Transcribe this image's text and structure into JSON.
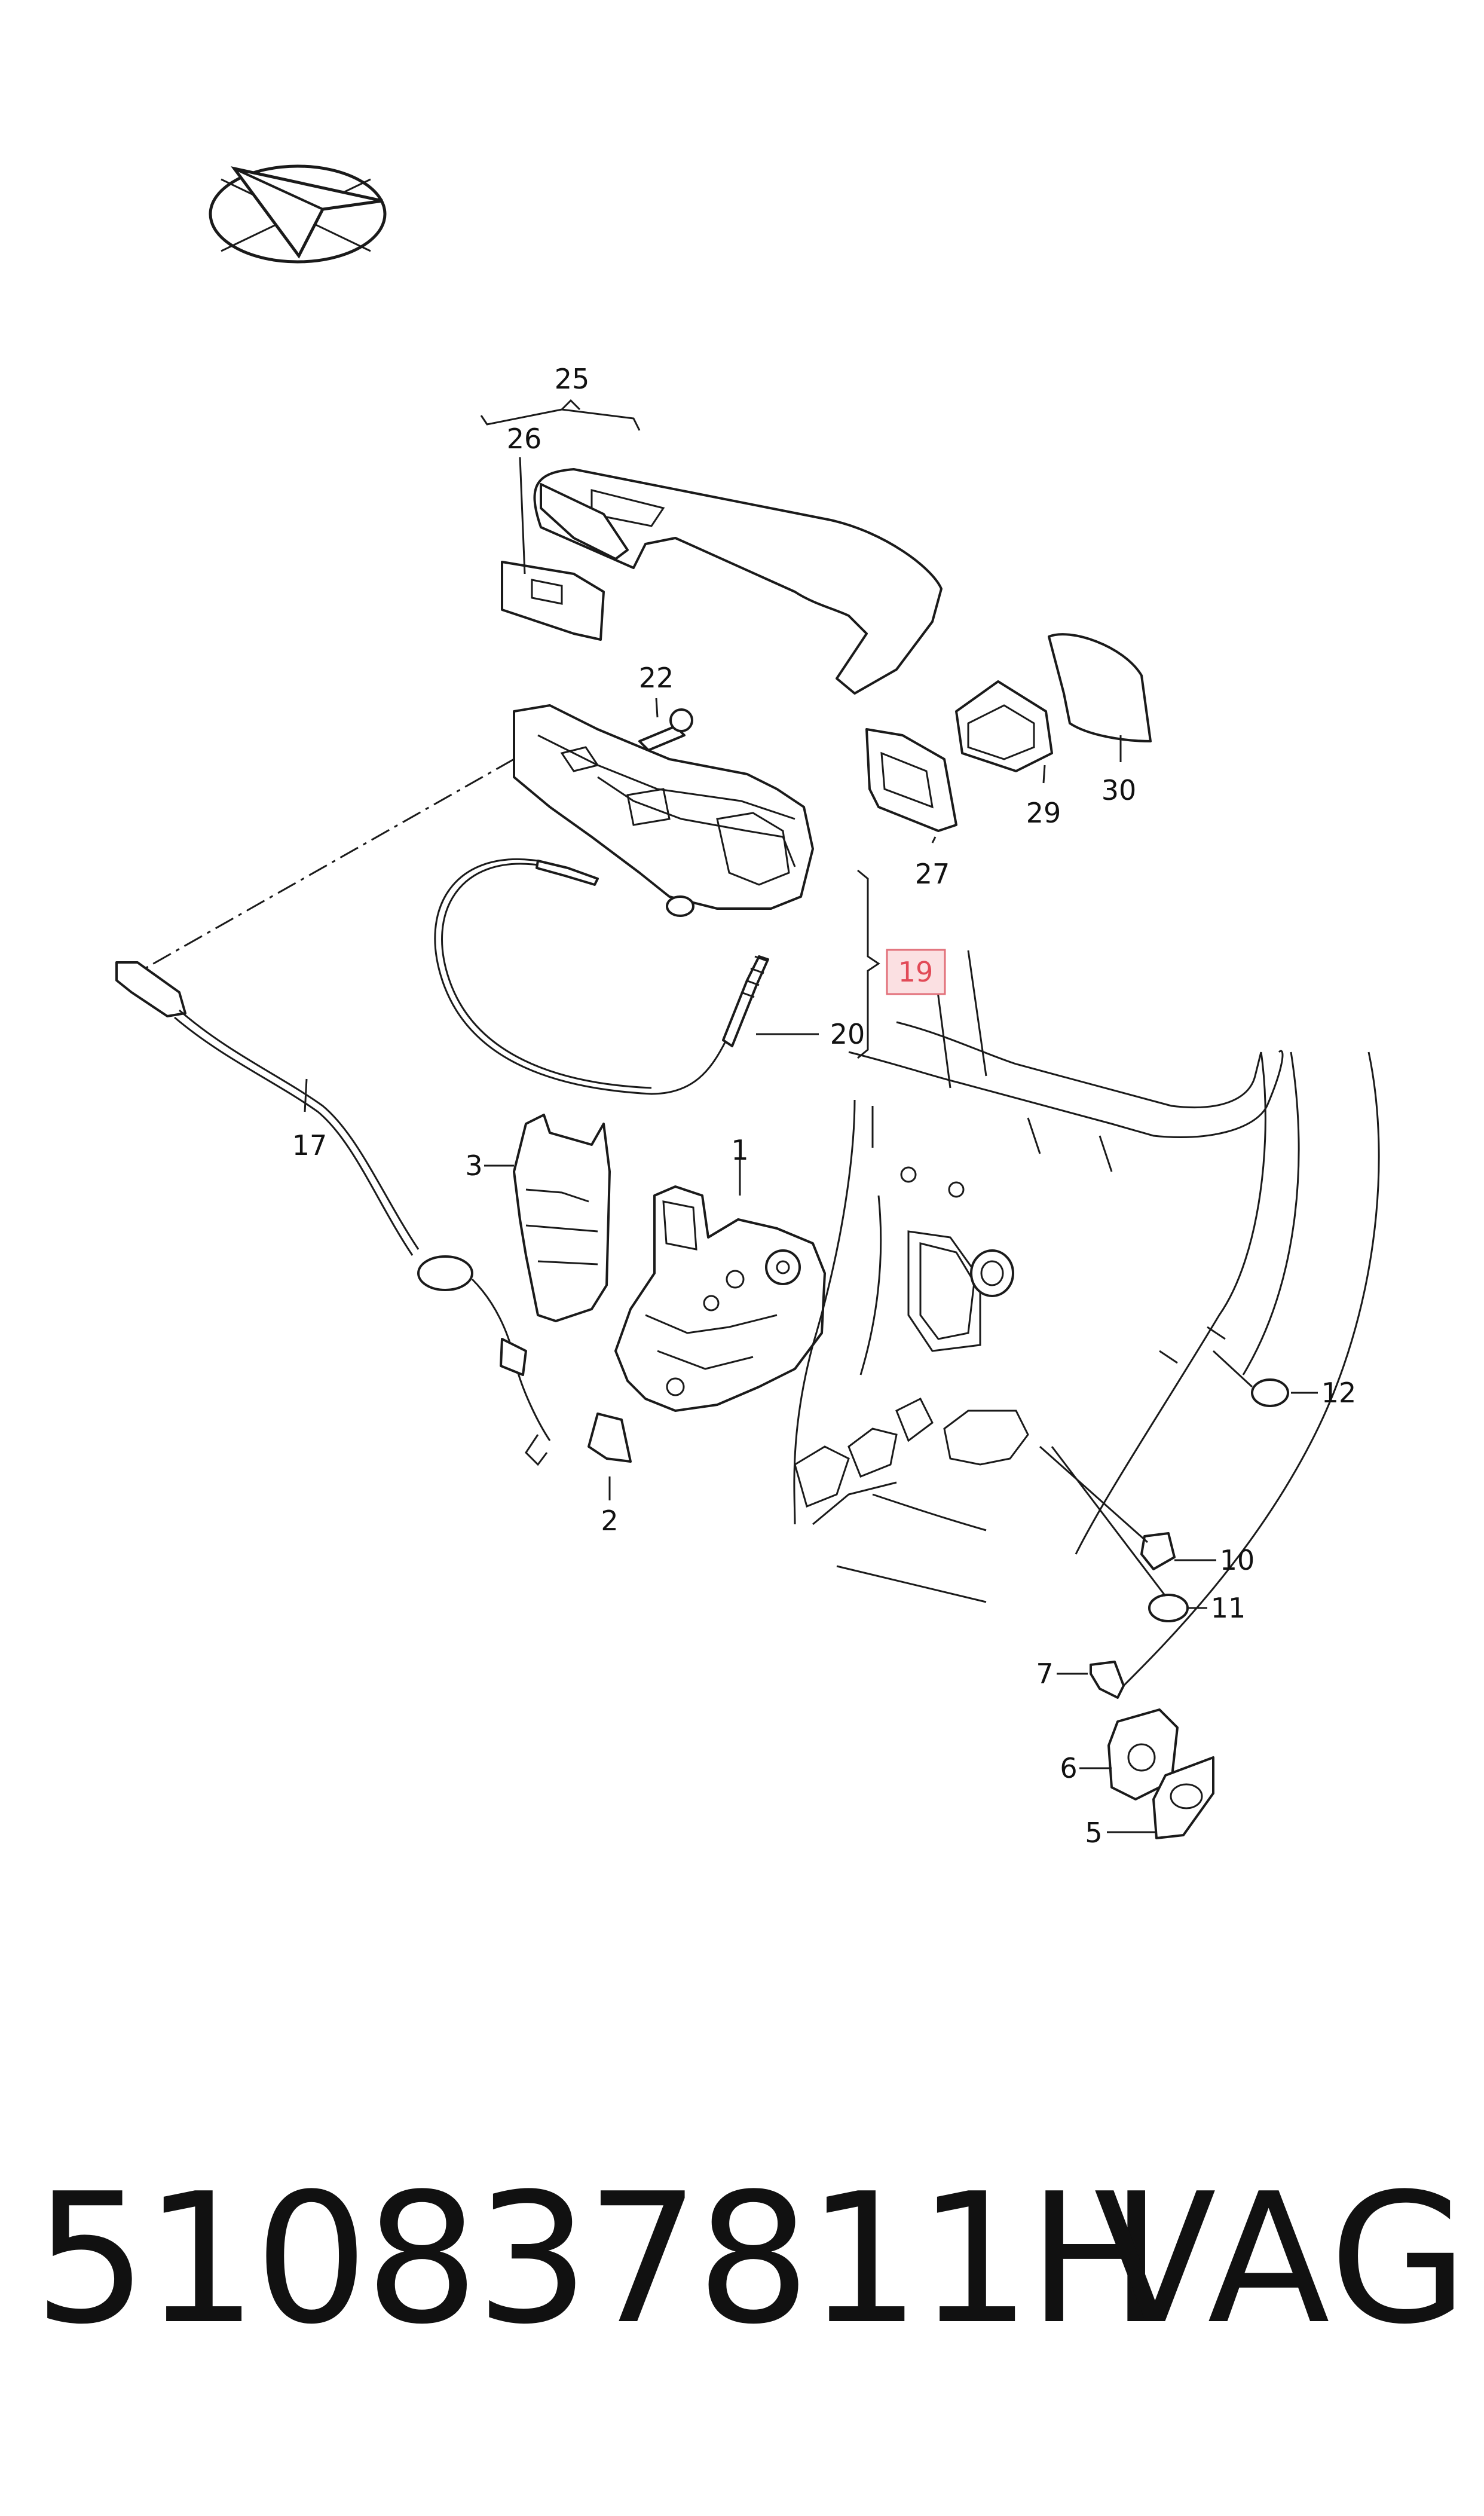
{
  "diagram": {
    "labels": {
      "p1": "1",
      "p2": "2",
      "p3": "3",
      "p5": "5",
      "p6": "6",
      "p7": "7",
      "p10": "10",
      "p11": "11",
      "p12": "12",
      "p17": "17",
      "p19": "19",
      "p20": "20",
      "p22": "22",
      "p25": "25",
      "p26": "26",
      "p27": "27",
      "p29": "29",
      "p30": "30"
    },
    "highlighted_part": "19"
  },
  "footer": {
    "part_number": "510837811H",
    "brand": "VAG"
  }
}
